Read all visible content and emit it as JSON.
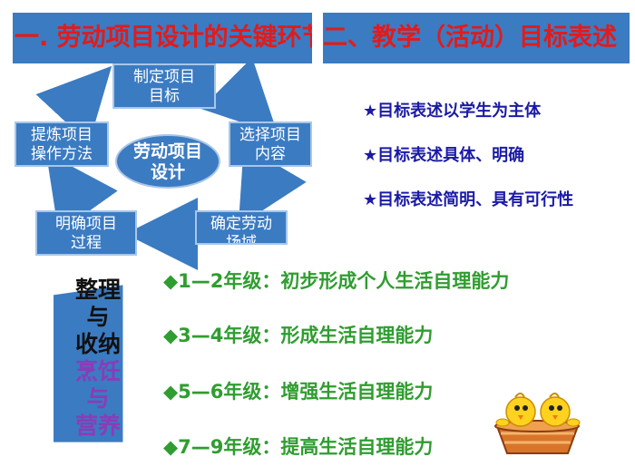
{
  "banners": {
    "left": "一. 劳动项目设计的关键环节",
    "right": "二、教学（活动）目标表述"
  },
  "cycle": {
    "center": [
      "劳动项目",
      "设计"
    ],
    "nodes": {
      "top": [
        "制定项目",
        "目标"
      ],
      "right": [
        "选择项目",
        "内容"
      ],
      "bottom_right": [
        "确定劳动",
        "场域"
      ],
      "bottom_left": [
        "明确项目",
        "过程"
      ],
      "left": [
        "提炼项目",
        "操作方法"
      ]
    }
  },
  "goals": [
    "★目标表述以学生为主体",
    "★目标表述具体、明确",
    "★目标表述简明、具有可行性"
  ],
  "side_panel": {
    "lines": [
      "整理",
      "与",
      "收纳",
      "烹饪",
      "与",
      "营养"
    ]
  },
  "grades": [
    {
      "mark": "◆",
      "text": "1—2年级：初步形成个人生活自理能力"
    },
    {
      "mark": "◆",
      "text": "3—4年级：形成生活自理能力"
    },
    {
      "mark": "◆",
      "text": "5—6年级：增强生活自理能力"
    },
    {
      "mark": "◆",
      "text": "7—9年级：提高生活自理能力"
    }
  ],
  "colors": {
    "banner_bg": "#3b7bc2",
    "banner_text": "#e21b1b",
    "goal_text": "#1a1aa6",
    "grade_text": "#2f9d2f",
    "purple_text": "#8b3bb8"
  }
}
